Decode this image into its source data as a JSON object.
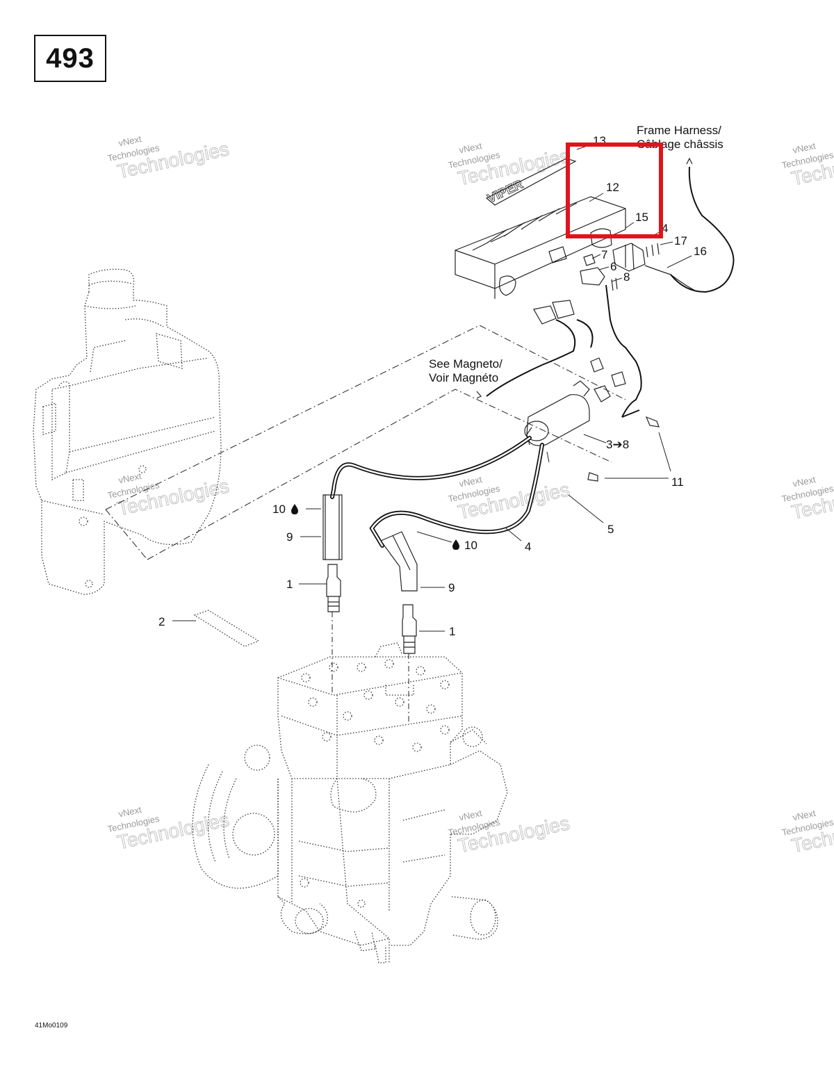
{
  "page_number": "493",
  "figure_code": "41Mo0109",
  "refs": {
    "frame_harness_line1": "Frame Harness/",
    "frame_harness_line2": "Câblage châssis",
    "magneto_line1": "See Magneto/",
    "magneto_line2": "Voir Magnéto"
  },
  "callouts": {
    "c1a": "1",
    "c1b": "1",
    "c2": "2",
    "c3": "3➔8",
    "c4a": "4",
    "c4b": "4",
    "c5": "5",
    "c6": "6",
    "c7": "7",
    "c8": "8",
    "c9a": "9",
    "c9b": "9",
    "c10a": "10",
    "c10b": "10",
    "c11": "11",
    "c12": "12",
    "c13": "13",
    "c15": "15",
    "c16": "16",
    "c17": "17"
  },
  "watermark": {
    "line1": "vNext",
    "line2": "Technologies"
  },
  "highlight_color": "#e0141b"
}
